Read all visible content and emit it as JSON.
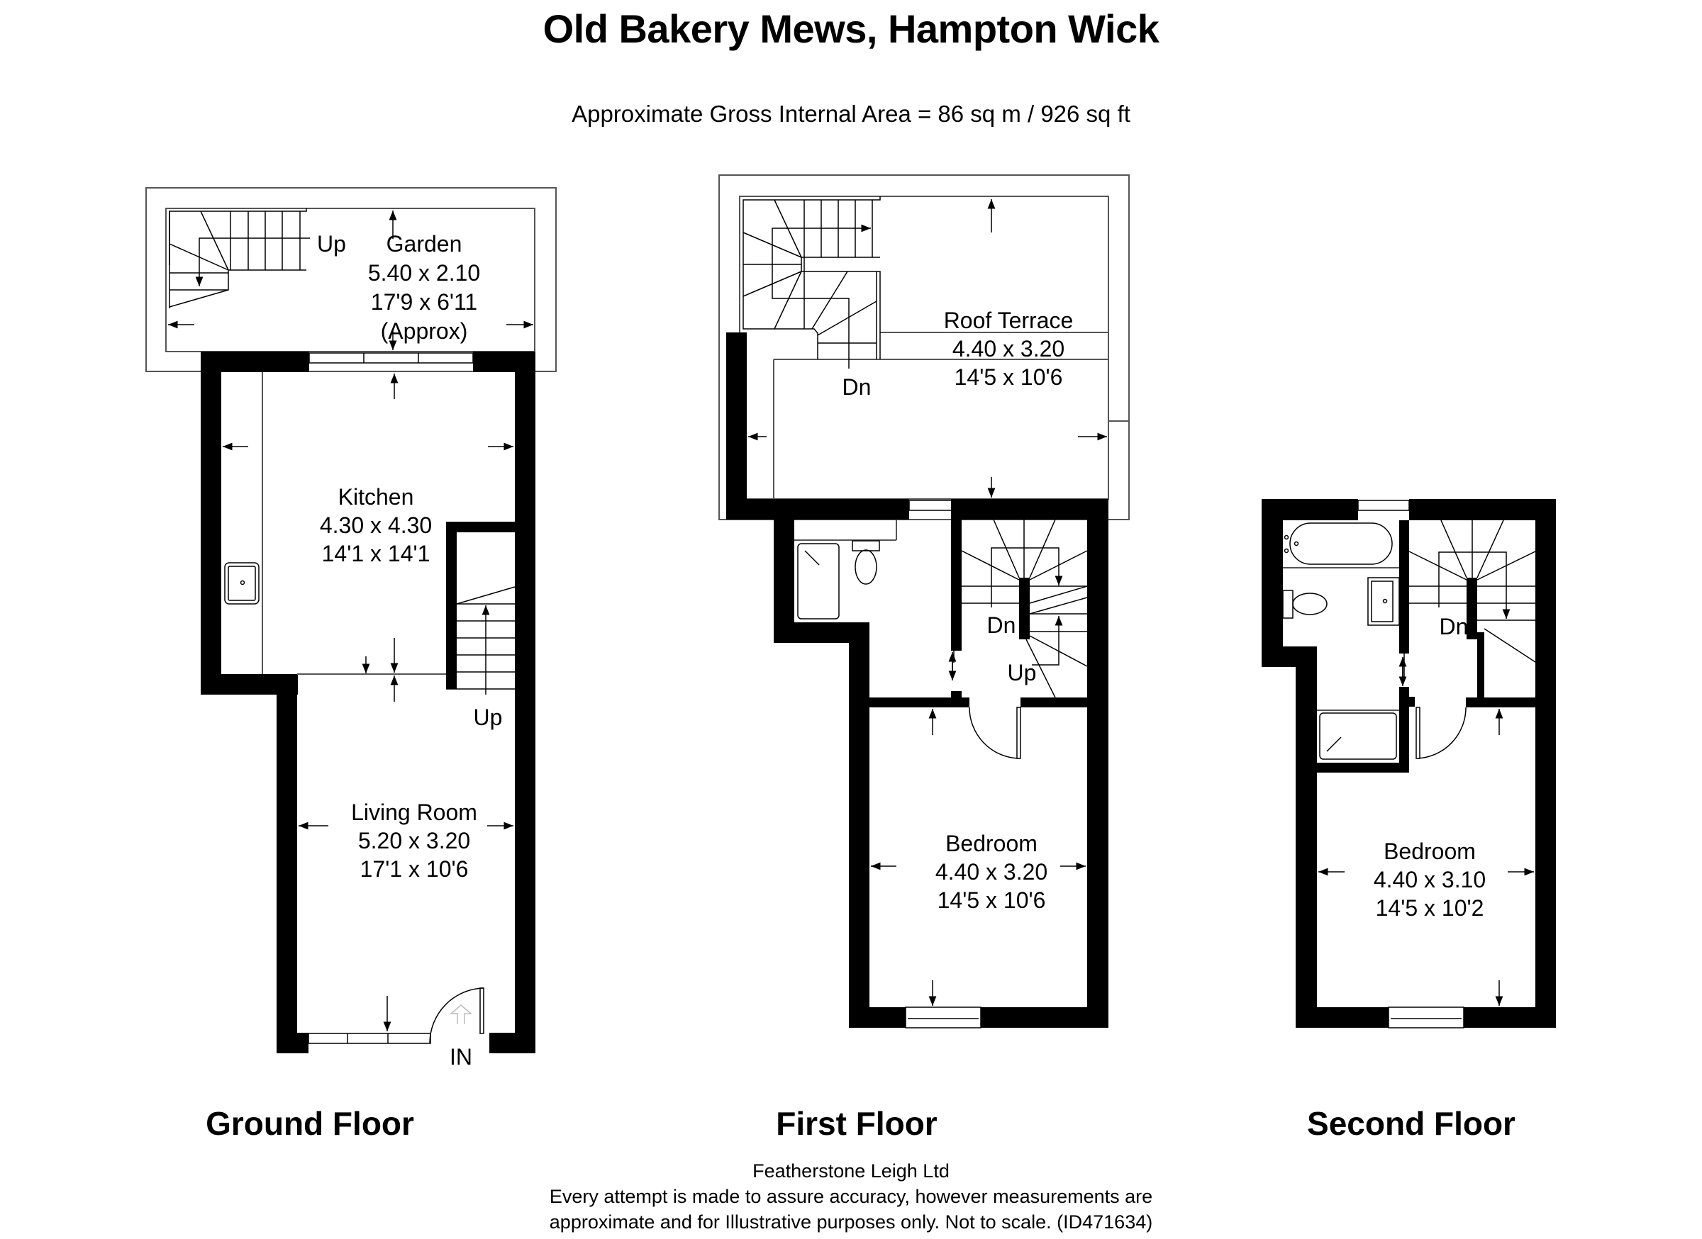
{
  "header": {
    "title": "Old Bakery Mews, Hampton Wick",
    "gross_area": "Approximate Gross Internal Area = 86 sq m / 926 sq ft"
  },
  "floors": {
    "ground": {
      "label": "Ground Floor",
      "rooms": {
        "garden": {
          "name": "Garden",
          "metric": "5.40 x 2.10",
          "imperial": "17'9 x 6'11",
          "note": "(Approx)"
        },
        "kitchen": {
          "name": "Kitchen",
          "metric": "4.30 x 4.30",
          "imperial": "14'1 x 14'1"
        },
        "living_room": {
          "name": "Living Room",
          "metric": "5.20 x 3.20",
          "imperial": "17'1 x 10'6"
        }
      },
      "stairs": {
        "garden_up": "Up",
        "internal_up": "Up"
      },
      "entrance": "IN"
    },
    "first": {
      "label": "First Floor",
      "rooms": {
        "roof_terrace": {
          "name": "Roof Terrace",
          "metric": "4.40 x 3.20",
          "imperial": "14'5 x 10'6"
        },
        "bedroom": {
          "name": "Bedroom",
          "metric": "4.40 x 3.20",
          "imperial": "14'5 x 10'6"
        }
      },
      "stairs": {
        "terrace_down": "Dn",
        "internal_down": "Dn",
        "internal_up": "Up"
      }
    },
    "second": {
      "label": "Second Floor",
      "rooms": {
        "bedroom": {
          "name": "Bedroom",
          "metric": "4.40 x 3.10",
          "imperial": "14'5 x 10'2"
        }
      },
      "stairs": {
        "internal_down": "Dn"
      }
    }
  },
  "footer": {
    "company": "Featherstone Leigh Ltd",
    "disclaimer_line1": "Every attempt is made to assure accuracy, however measurements are",
    "disclaimer_line2": "approximate and for Illustrative purposes only. Not to scale. (ID471634)"
  },
  "colors": {
    "wall": "#000000",
    "background": "#ffffff",
    "outline": "#555555"
  }
}
